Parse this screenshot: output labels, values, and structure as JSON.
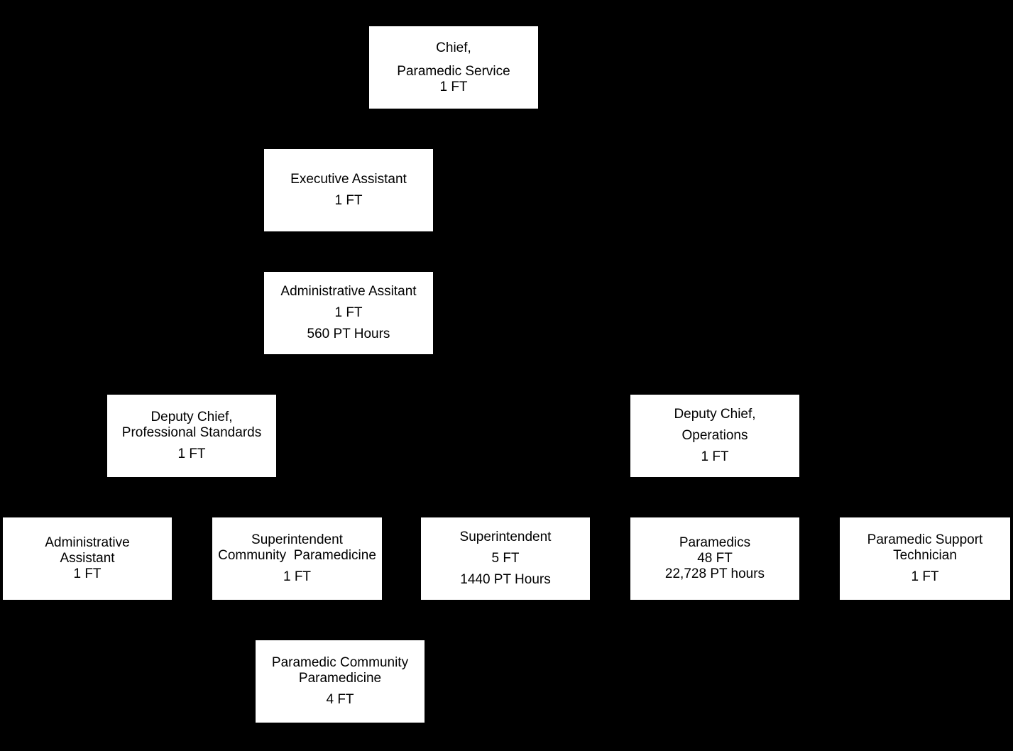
{
  "org_chart": {
    "chief": {
      "title_line1": "Chief,",
      "title_line2": "Paramedic Service",
      "staff": "1 FT"
    },
    "executive_assistant": {
      "title": "Executive Assistant",
      "staff": "1 FT"
    },
    "administrative_assistant_top": {
      "title": "Administrative Assitant",
      "staff": "1 FT",
      "pt_hours": "560 PT Hours"
    },
    "deputy_chief_professional_standards": {
      "title_line1": "Deputy Chief,",
      "title_line2": "Professional Standards",
      "staff": "1 FT"
    },
    "deputy_chief_operations": {
      "title_line1": "Deputy Chief,",
      "title_line2": "Operations",
      "staff": "1 FT"
    },
    "administrative_assistant": {
      "title_line1": "Administrative",
      "title_line2": "Assistant",
      "staff": "1 FT"
    },
    "superintendent_community_paramedicine": {
      "title_line1": "Superintendent",
      "title_line2": "Community  Paramedicine",
      "staff": "1 FT"
    },
    "superintendent": {
      "title": "Superintendent",
      "staff": "5 FT",
      "pt_hours": "1440 PT Hours"
    },
    "paramedics": {
      "title": "Paramedics",
      "staff": "48 FT",
      "pt_hours": "22,728 PT hours"
    },
    "paramedic_support_technician": {
      "title_line1": "Paramedic Support",
      "title_line2": "Technician",
      "staff": "1 FT"
    },
    "paramedic_community_paramedicine": {
      "title_line1": "Paramedic Community",
      "title_line2": "Paramedicine",
      "staff": "4 FT"
    }
  }
}
